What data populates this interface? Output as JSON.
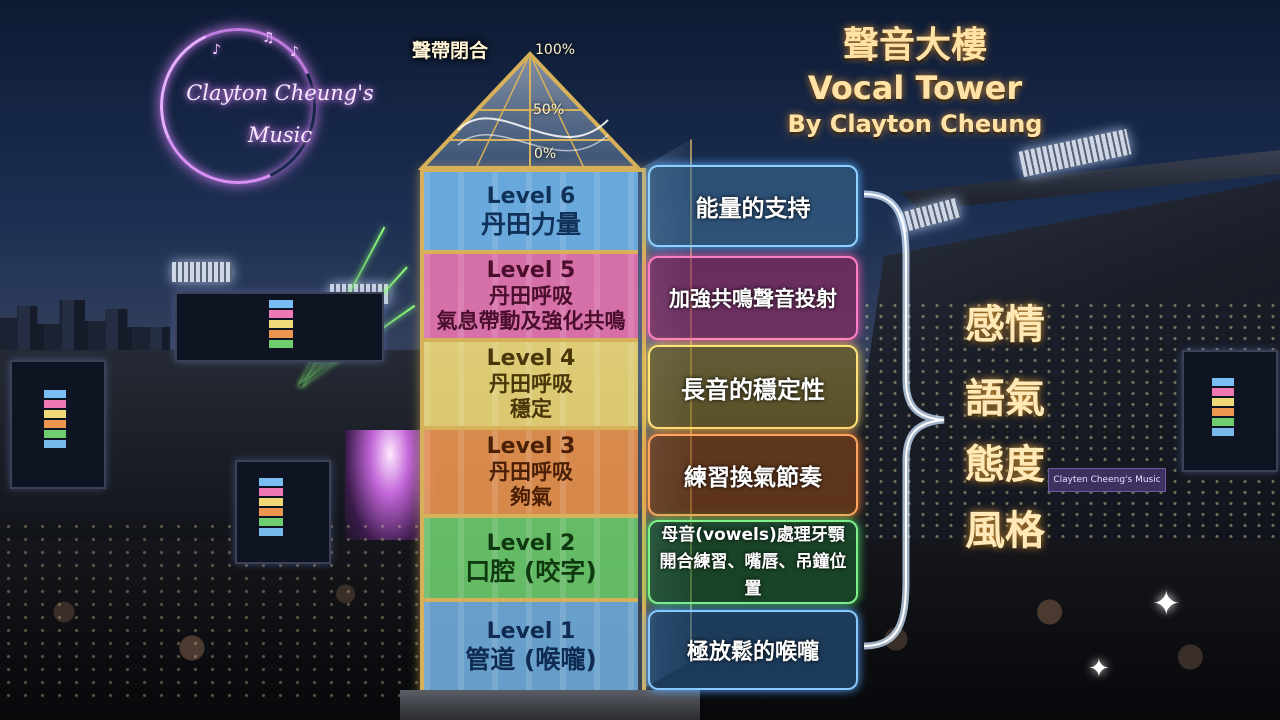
{
  "colors": {
    "frame_gold": "#d6b15a",
    "level6": "#78bef5",
    "level5": "#ee78b4",
    "level4": "#f0da78",
    "level3": "#ec9650",
    "level2": "#6ecd6e",
    "level1": "#78b9eb",
    "title": "#ffe2a6"
  },
  "logo": {
    "line1": "Clayton Cheung's",
    "line2": "Music"
  },
  "title": {
    "zh": "聲音大樓",
    "en": "Vocal Tower",
    "by": "By Clayton Cheung"
  },
  "roof": {
    "label": "聲帶閉合",
    "pct_top": "100%",
    "pct_mid": "50%",
    "pct_low": "0%"
  },
  "levels": [
    {
      "level": "Level 6",
      "name": "丹田力量",
      "sub": ""
    },
    {
      "level": "Level 5",
      "name": "丹田呼吸",
      "sub": "氣息帶動及強化共鳴"
    },
    {
      "level": "Level 4",
      "name": "丹田呼吸",
      "sub": "穩定"
    },
    {
      "level": "Level 3",
      "name": "丹田呼吸",
      "sub": "夠氣"
    },
    {
      "level": "Level 2",
      "name": "口腔 (咬字)",
      "sub": ""
    },
    {
      "level": "Level 1",
      "name": "管道 (喉嚨)",
      "sub": ""
    }
  ],
  "descriptions": [
    "能量的支持",
    "加強共鳴聲音投射",
    "長音的穩定性",
    "練習換氣節奏",
    "母音(vowels)處理牙顎開合練習、嘴唇、吊鐘位置",
    "極放鬆的喉嚨"
  ],
  "outcomes": [
    "感情",
    "語氣",
    "態度",
    "風格"
  ],
  "banner": "Clayten Cheeng's Music",
  "icons": [
    "music-note-icon",
    "sparkle-icon"
  ]
}
